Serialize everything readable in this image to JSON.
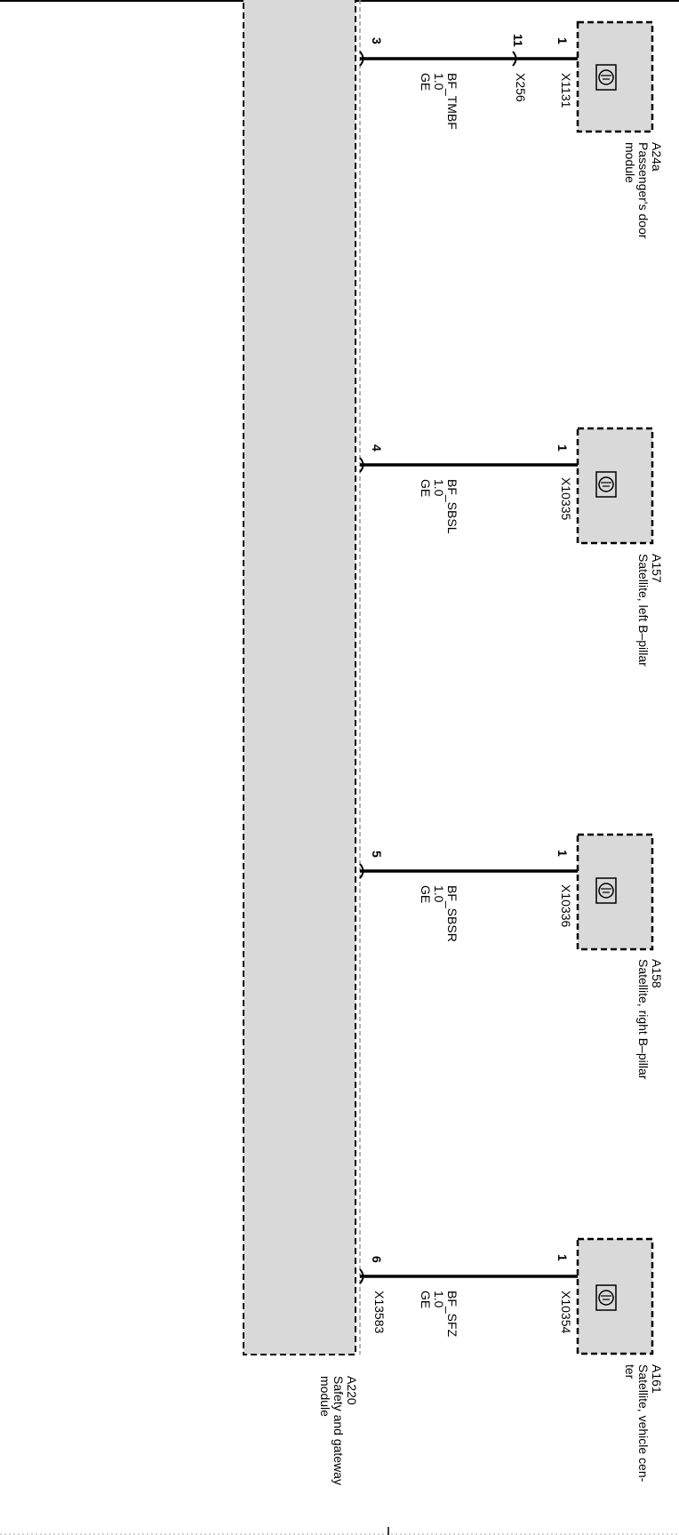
{
  "modules": {
    "gateway": {
      "id": "A220",
      "name_line1": "Safety and gateway",
      "name_line2": "module",
      "fill": "#d9d9d9"
    },
    "A24a": {
      "id": "A24a",
      "name_line1": "Passenger's door",
      "name_line2": "module",
      "connector": "X1131",
      "pin": "1",
      "fill": "#d9d9d9"
    },
    "A157": {
      "id": "A157",
      "name_line1": "Satellite, left B–pillar",
      "connector": "X10335",
      "pin": "1",
      "fill": "#d9d9d9"
    },
    "A158": {
      "id": "A158",
      "name_line1": "Satellite, right B–pillar",
      "connector": "X10336",
      "pin": "1",
      "fill": "#d9d9d9"
    },
    "A161": {
      "id": "A161",
      "name_line1": "Satellite, vehicle cen-",
      "name_line2": "ter",
      "connector": "X10354",
      "pin": "1",
      "fill": "#d9d9d9"
    }
  },
  "wires": [
    {
      "gateway_pin": "3",
      "signal": "BF_TMBF",
      "cross_section": "1.0",
      "color": "GE",
      "inline_connector": "X256",
      "inline_pin": "11"
    },
    {
      "gateway_pin": "4",
      "signal": "BF_SBSL",
      "cross_section": "1.0",
      "color": "GE"
    },
    {
      "gateway_pin": "5",
      "signal": "BF_SBSR",
      "cross_section": "1.0",
      "color": "GE"
    },
    {
      "gateway_pin": "6",
      "signal": "BF_SFZ",
      "cross_section": "1.0",
      "color": "GE",
      "gateway_connector": "X13583"
    }
  ],
  "icons": {
    "module_symbol": "ground-circle-icon"
  }
}
